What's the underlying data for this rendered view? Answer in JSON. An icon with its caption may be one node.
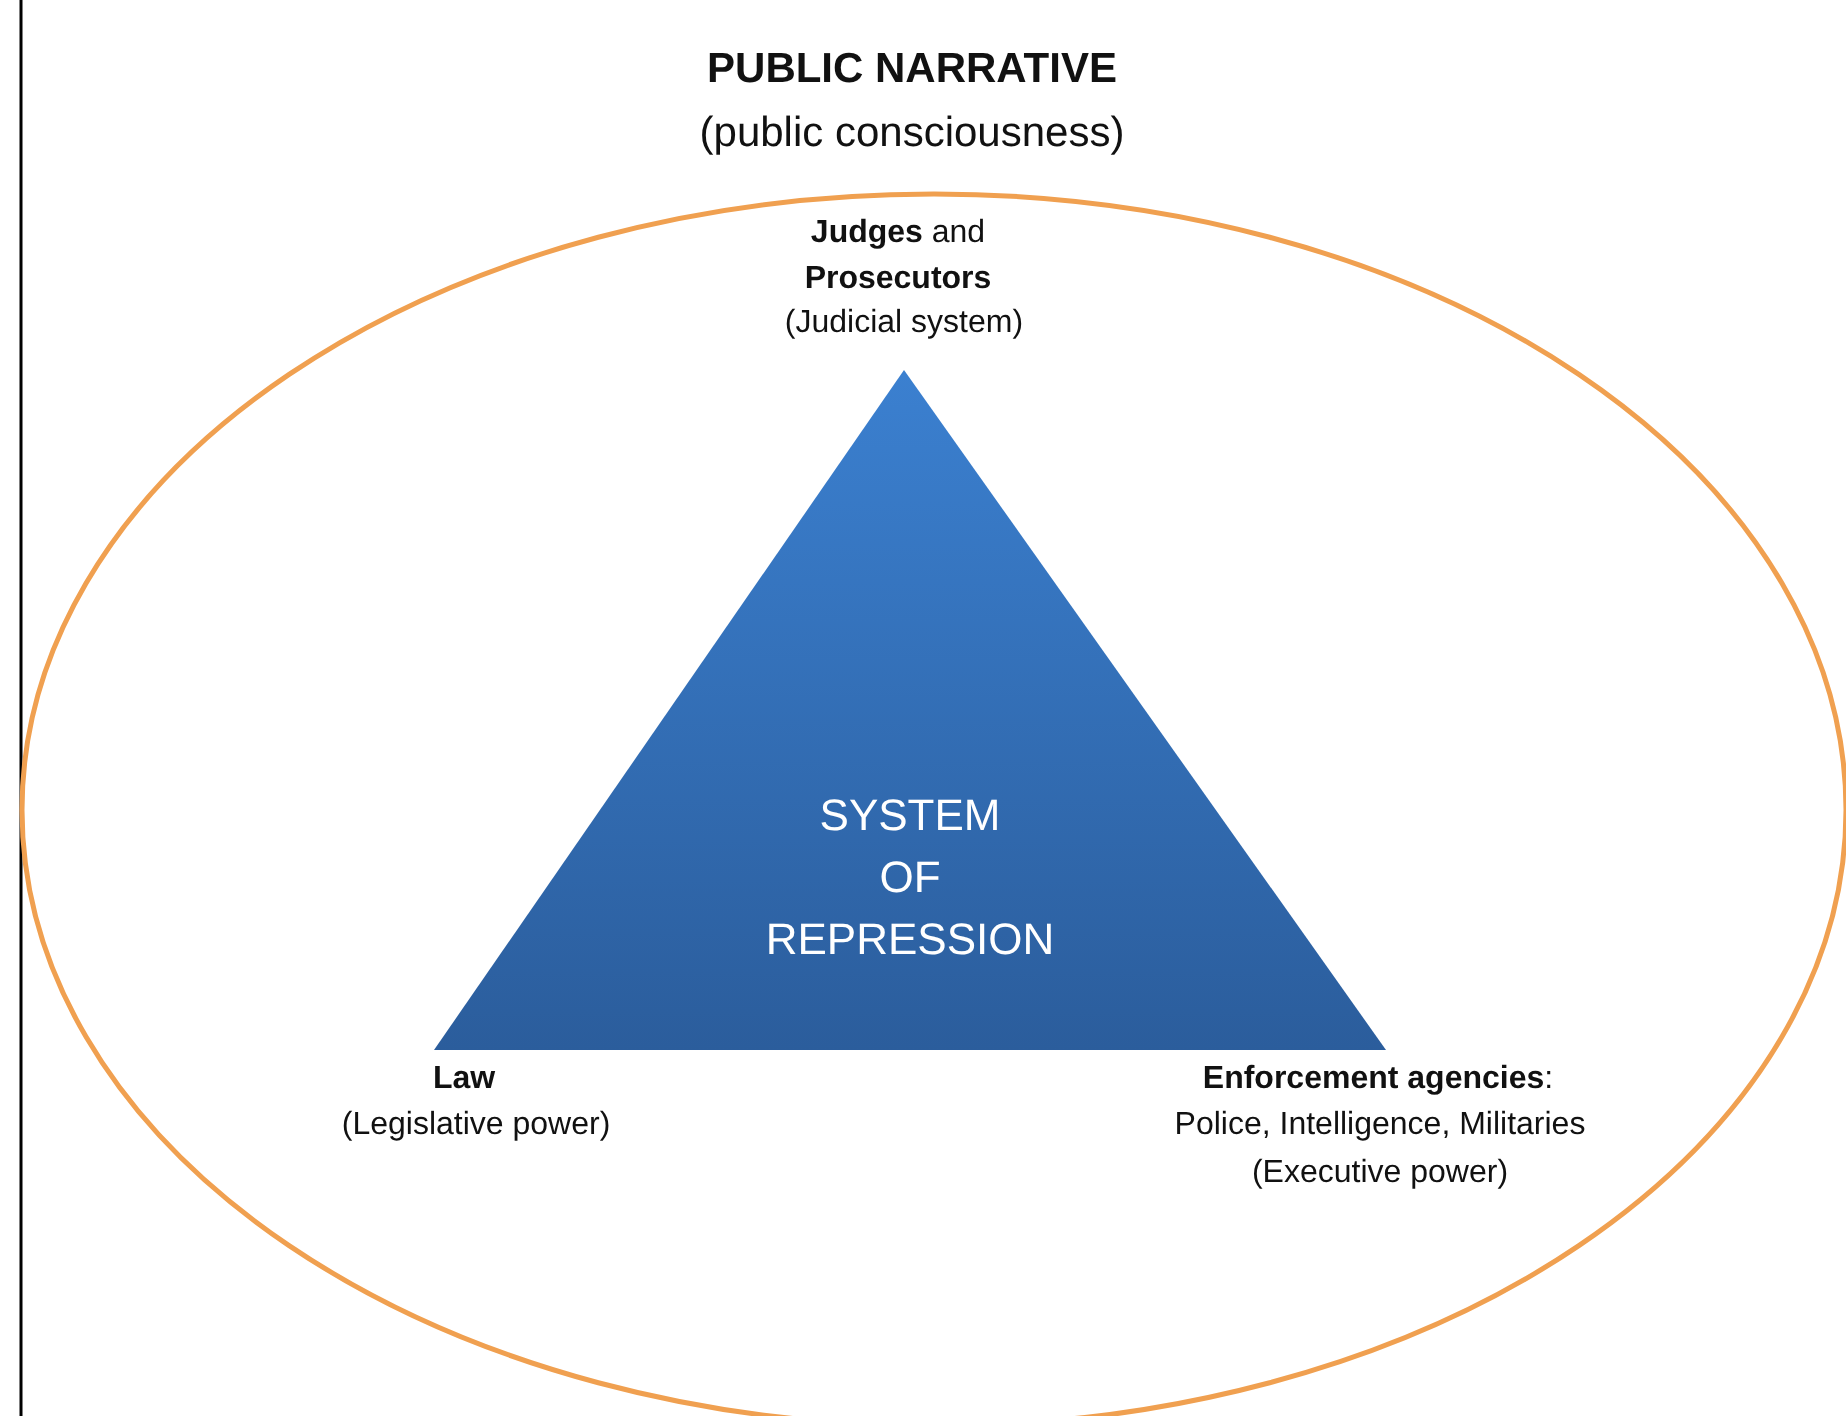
{
  "diagram": {
    "nodes": [
      {
        "text": [
          "PUBLIC NARRATIVE",
          "(public consciousness)"
        ]
      },
      {
        "text": [
          "SYSTEM OF REPRESSION"
        ],
        "in": 0
      }
    ],
    "labels": [
      "**Judges** and **Prosecutors**",
      "(Judicial system)",
      "Law",
      "(Legislative power)",
      "**Enforcement agencies**:",
      "Police, Intelligence, Militaries",
      "(Executive power)"
    ]
  }
}
